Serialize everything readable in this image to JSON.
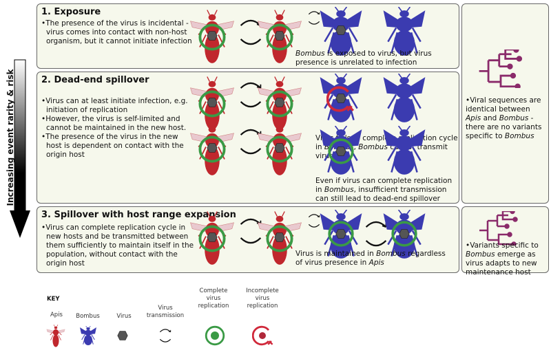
{
  "side_label": "Increasing event rarity & risk",
  "panels": [
    {
      "title": "1. Exposure",
      "bullets": [
        "The presence of the virus is incidental - virus comes into contact with non-host organism, but it cannot initiate infection"
      ],
      "caption_pre": "Bombus",
      "caption": " is exposed to virus, but virus presence is unrelated to infection"
    },
    {
      "title": "2. Dead-end spillover",
      "bullets": [
        "Virus can at least initiate infection, e.g. initiation of replication",
        "However, the virus is self-limited and cannot be maintained in the new host.",
        "The presence of the virus in the new host is dependent on contact with the origin host"
      ],
      "caption1": "Virus fails to complete replication cycle in ",
      "caption1_i1": "Bombus",
      "caption1_mid": ", ",
      "caption1_i2": "Bombus",
      "caption1_end": " cannot transmit virus",
      "caption2": "Even if virus can complete replication in ",
      "caption2_i": "Bombus",
      "caption2_end": ", insufficient transmission can still lead to dead-end spillover"
    },
    {
      "title": "3. Spillover with host range expansion",
      "bullets": [
        "Virus can complete replication cycle in new hosts and be transmitted between them sufficiently to maintain itself in the population, without contact with the origin host"
      ],
      "caption": "Virus is maintained in ",
      "caption_i1": "Bombus",
      "caption_mid": " regardless of virus presence in ",
      "caption_i2": "Apis"
    }
  ],
  "right_top": {
    "t1": "Viral sequences are identical between ",
    "i1": "Apis",
    "t2": " and ",
    "i2": "Bombus",
    "t3": " - there are no variants specific to ",
    "i3": "Bombus"
  },
  "right_bottom": {
    "t1": "Variants specific to ",
    "i1": "Bombus",
    "t2": " emerge as virus adapts to new maintenance host"
  },
  "key": {
    "title": "KEY",
    "items": [
      "Apis",
      "Bombus",
      "Virus",
      "Virus transmission",
      "Complete virus replication",
      "Incomplete virus replication"
    ]
  },
  "colors": {
    "apis": "#c0272d",
    "bombus": "#3b3bb0",
    "virus": "#555555",
    "complete": "#3a9a45",
    "incomplete": "#b0283a",
    "tree": "#8a2a6a",
    "panel": "#f6f8ec"
  }
}
